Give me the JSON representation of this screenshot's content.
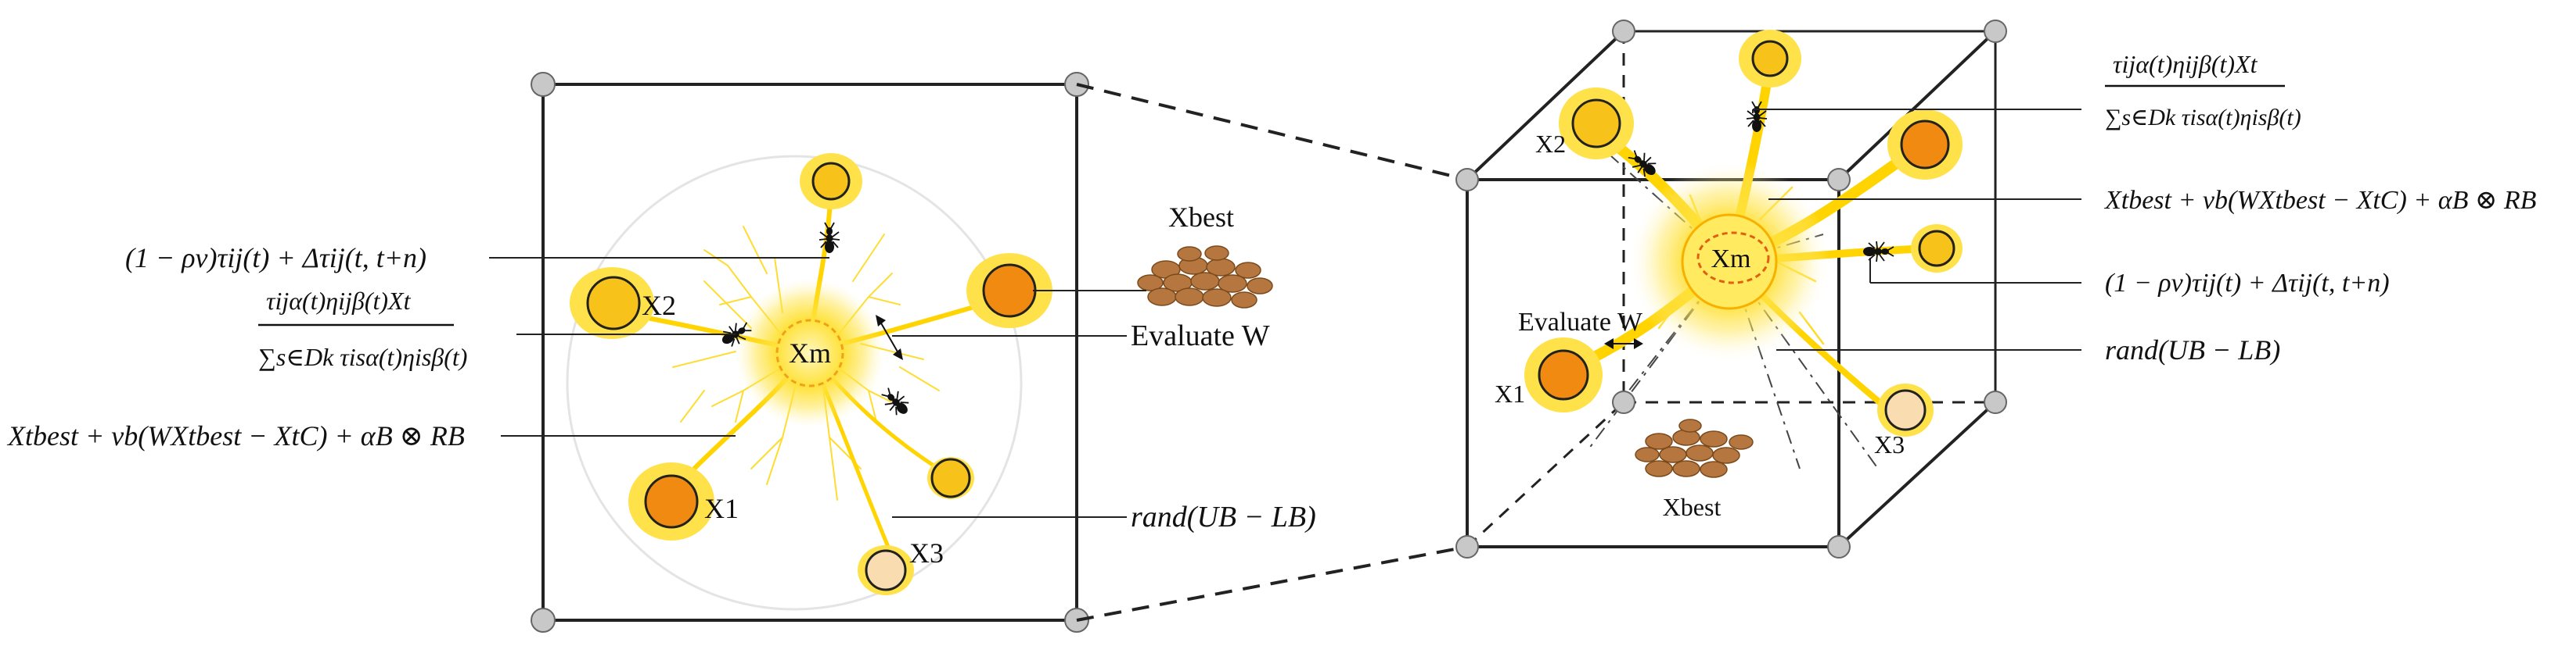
{
  "left_panel": {
    "formula_pheromone": "(1 − ρv)τij(t) + Δτij(t, t+n)",
    "formula_probability_num": "τijα(t)ηijβ(t)Xt",
    "formula_probability_den": "∑s∈Dk τisα(t)ηisβ(t)",
    "formula_update": "Xtbest + vb(WXtbest − XtC) + αB ⊗ RB",
    "label_x1": "X1",
    "label_x2": "X2",
    "label_x3": "X3",
    "label_xm": "Xm",
    "label_xbest": "Xbest",
    "label_evaluate": "Evaluate W",
    "formula_random": "rand(UB − LB)"
  },
  "right_panel": {
    "formula_probability_num": "τijα(t)ηijβ(t)Xt",
    "formula_probability_den": "∑s∈Dk τisα(t)ηisβ(t)",
    "formula_update": "Xtbest + vb(WXtbest − XtC) + αB ⊗ RB",
    "formula_pheromone": "(1 − ρv)τij(t) + Δτij(t, t+n)",
    "formula_random": "rand(UB − LB)",
    "label_x1": "X1",
    "label_x2": "X2",
    "label_x3": "X3",
    "label_xm": "Xm",
    "label_xbest": "Xbest",
    "label_evaluate": "Evaluate W"
  },
  "colors": {
    "slime_yellow": "#ffe14a",
    "node_yellow": "#f7c21a",
    "node_orange": "#f08a10",
    "node_pale": "#f9dcb0",
    "food_brown": "#b5773f",
    "vertex_gray": "#c8c8c8"
  }
}
